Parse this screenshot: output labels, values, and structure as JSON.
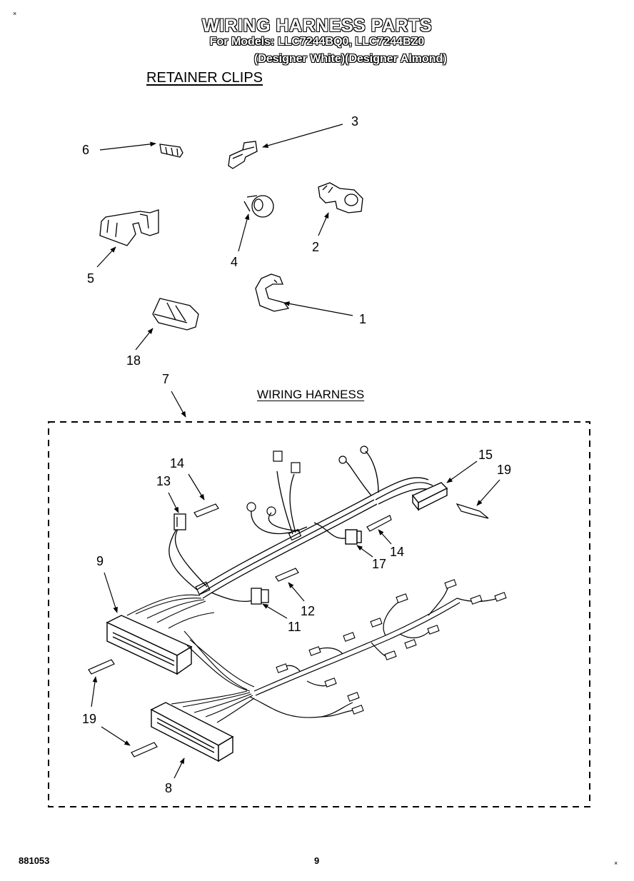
{
  "header": {
    "title": "WIRING HARNESS PARTS",
    "models_line": "For Models: LLC7244BQ0, LLC7244BZ0",
    "variants_line": "(Designer White)(Designer Almond)"
  },
  "sections": {
    "retainer_clips": "RETAINER CLIPS",
    "wiring_harness": "WIRING HARNESS"
  },
  "callouts": {
    "c1": "1",
    "c2": "2",
    "c3": "3",
    "c4": "4",
    "c5": "5",
    "c6": "6",
    "c18": "18",
    "c7": "7",
    "c14a": "14",
    "c13": "13",
    "c15": "15",
    "c19a": "19",
    "c9": "9",
    "c17": "17",
    "c14b": "14",
    "c12": "12",
    "c11": "11",
    "c19b": "19",
    "c8": "8"
  },
  "footer": {
    "doc_number": "881053",
    "page_number": "9"
  },
  "corner_marks": {
    "top_left": "×",
    "bottom_right": "×"
  }
}
